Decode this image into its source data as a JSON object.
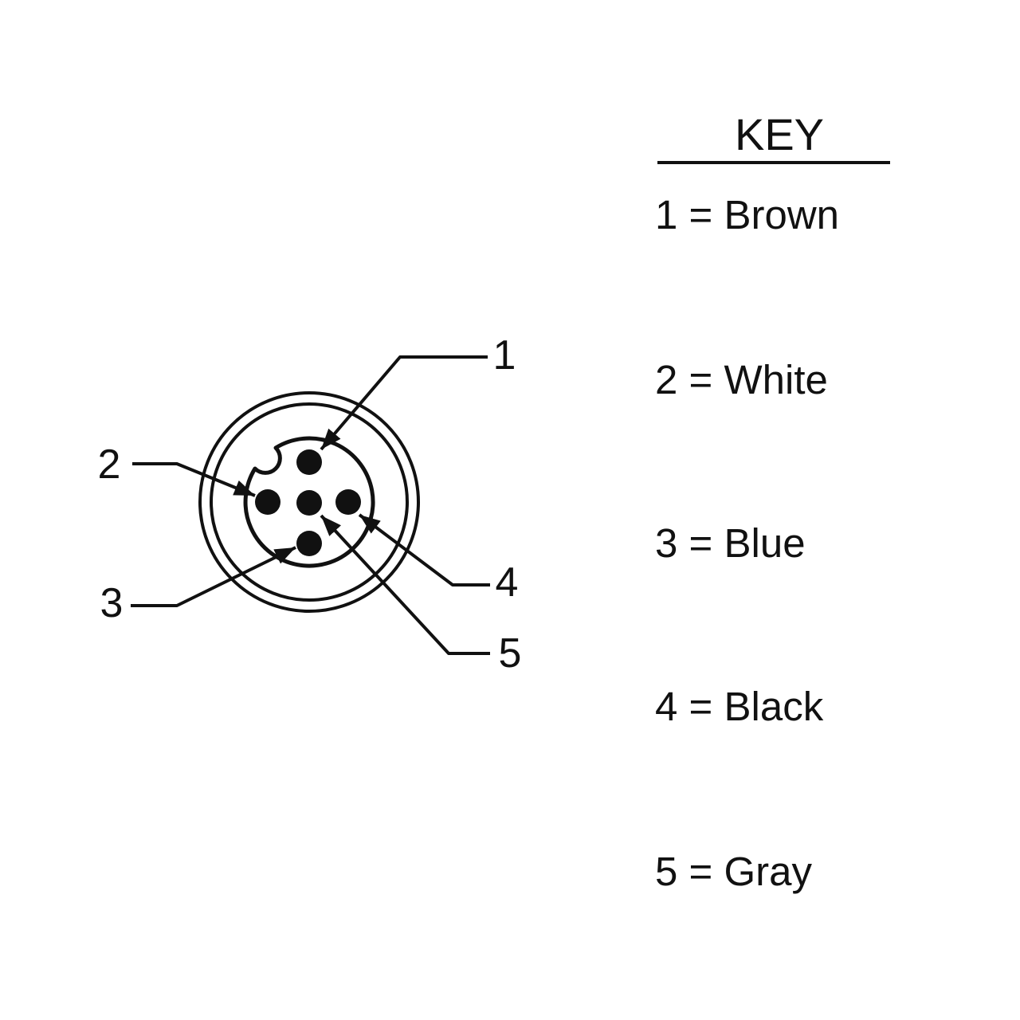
{
  "ink_color": "#111111",
  "background_color": "#ffffff",
  "pinout": {
    "pins": [
      {
        "label": "1",
        "position": "top",
        "wire_color": "Brown"
      },
      {
        "label": "2",
        "position": "left",
        "wire_color": "White"
      },
      {
        "label": "3",
        "position": "bottom",
        "wire_color": "Blue"
      },
      {
        "label": "4",
        "position": "right",
        "wire_color": "Black"
      },
      {
        "label": "5",
        "position": "center",
        "wire_color": "Gray"
      }
    ]
  },
  "key": {
    "title": "KEY",
    "entries": [
      {
        "pin": "1",
        "color": "Brown",
        "display": "1 = Brown"
      },
      {
        "pin": "2",
        "color": "White",
        "display": "2 = White"
      },
      {
        "pin": "3",
        "color": "Blue",
        "display": "3 = Blue"
      },
      {
        "pin": "4",
        "color": "Black",
        "display": "4 = Black"
      },
      {
        "pin": "5",
        "color": "Gray",
        "display": "5 = Gray"
      }
    ]
  }
}
